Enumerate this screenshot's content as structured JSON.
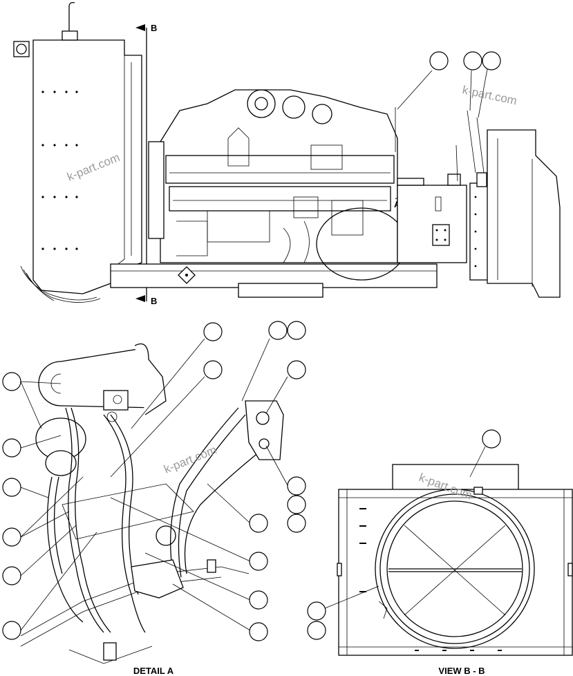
{
  "section_marker": "B",
  "views": {
    "detail_a": "DETAIL A",
    "view_b": "VIEW B - B"
  },
  "detail_marker": "A",
  "watermark": "k-part.com"
}
